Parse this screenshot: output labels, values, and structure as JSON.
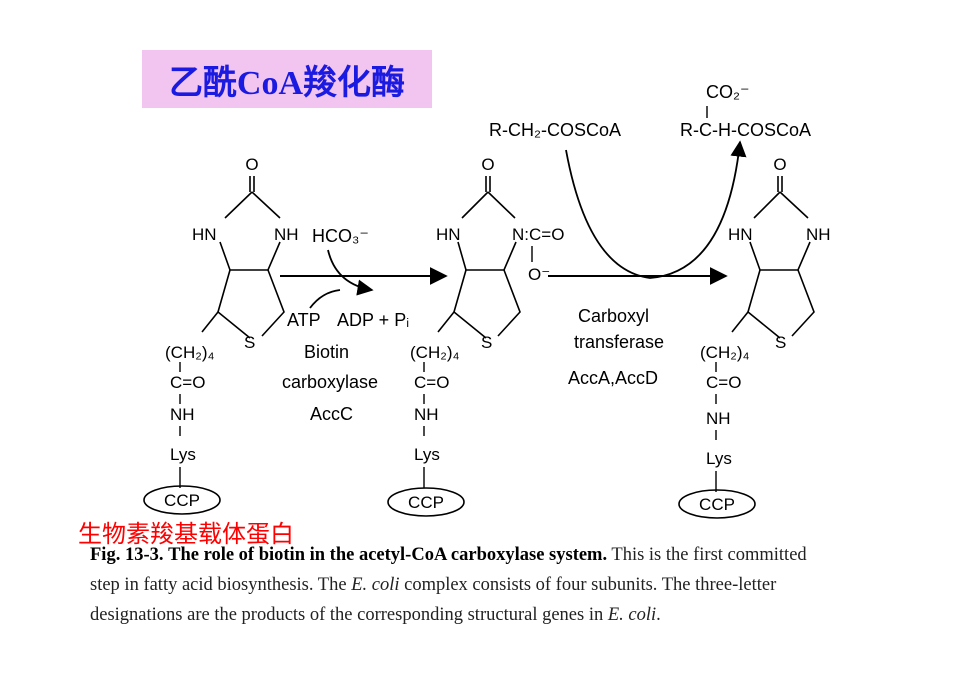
{
  "title": "乙酰CoA羧化酶",
  "annotation_cn": "生物素羧基载体蛋白",
  "structures": {
    "biotin_1": {
      "o": "O",
      "hn": "HN",
      "nh": "NH",
      "s": "S",
      "chain": "(CH₂)₄",
      "co": "C=O",
      "nh2": "NH",
      "lys": "Lys",
      "ccp": "CCP"
    },
    "biotin_2": {
      "o": "O",
      "hn": "HN",
      "nc": "N:C=O",
      "ominus": "O⁻",
      "s": "S",
      "chain": "(CH₂)₄",
      "co": "C=O",
      "nh2": "NH",
      "lys": "Lys",
      "ccp": "CCP"
    },
    "biotin_3": {
      "o": "O",
      "hn": "HN",
      "nh": "NH",
      "s": "S",
      "chain": "(CH₂)₄",
      "co": "C=O",
      "nh2": "NH",
      "lys": "Lys",
      "ccp": "CCP"
    }
  },
  "reaction1": {
    "substrate": "HCO₃⁻",
    "atp": "ATP",
    "products": "ADP + Pᵢ",
    "enzyme_line1": "Biotin",
    "enzyme_line2": "carboxylase",
    "enzyme_line3": "AccC"
  },
  "reaction2": {
    "substrate": "R-CH₂-COSCoA",
    "product": "R-C-H-COSCoA",
    "product_group": "CO₂⁻",
    "enzyme_line1": "Carboxyl",
    "enzyme_line2": "transferase",
    "enzyme_line3": "AccA,AccD"
  },
  "caption": {
    "fig_label": "Fig. 13-3.",
    "bold_title": "The role of biotin in the acetyl-CoA carboxylase system.",
    "line1_rest": "This is the first committed",
    "line2_a": "step in fatty acid biosynthesis. The ",
    "line2_italic": "E. coli",
    "line2_b": " complex consists of four subunits. The three-letter",
    "line3_a": "designations are the products of the corresponding structural genes in ",
    "line3_italic": "E. coli",
    "line3_b": "."
  }
}
